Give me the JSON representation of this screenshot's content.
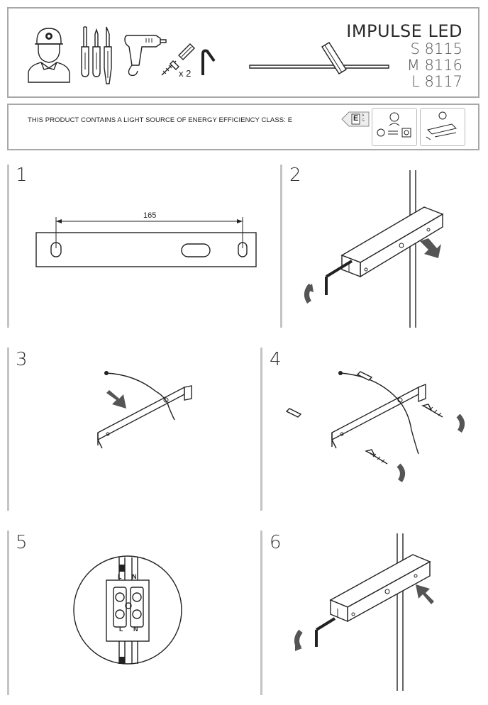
{
  "header": {
    "product_name": "IMPULSE LED",
    "codes": [
      "S 8115",
      "M 8116",
      "L 8117"
    ],
    "anchor_count": "x 2"
  },
  "info": {
    "energy_text": "THIS PRODUCT CONTAINS A LIGHT SOURCE OF ENERGY EFFICIENCY CLASS: E",
    "energy_label_class": "E",
    "energy_label_scale": "A G"
  },
  "steps": {
    "s1": {
      "number": "1",
      "dimension": "165"
    },
    "s2": {
      "number": "2"
    },
    "s3": {
      "number": "3"
    },
    "s4": {
      "number": "4"
    },
    "s5": {
      "number": "5",
      "terminal_top": [
        "L",
        "N"
      ],
      "terminal_bottom": [
        "L",
        "N"
      ]
    },
    "s6": {
      "number": "6"
    }
  }
}
